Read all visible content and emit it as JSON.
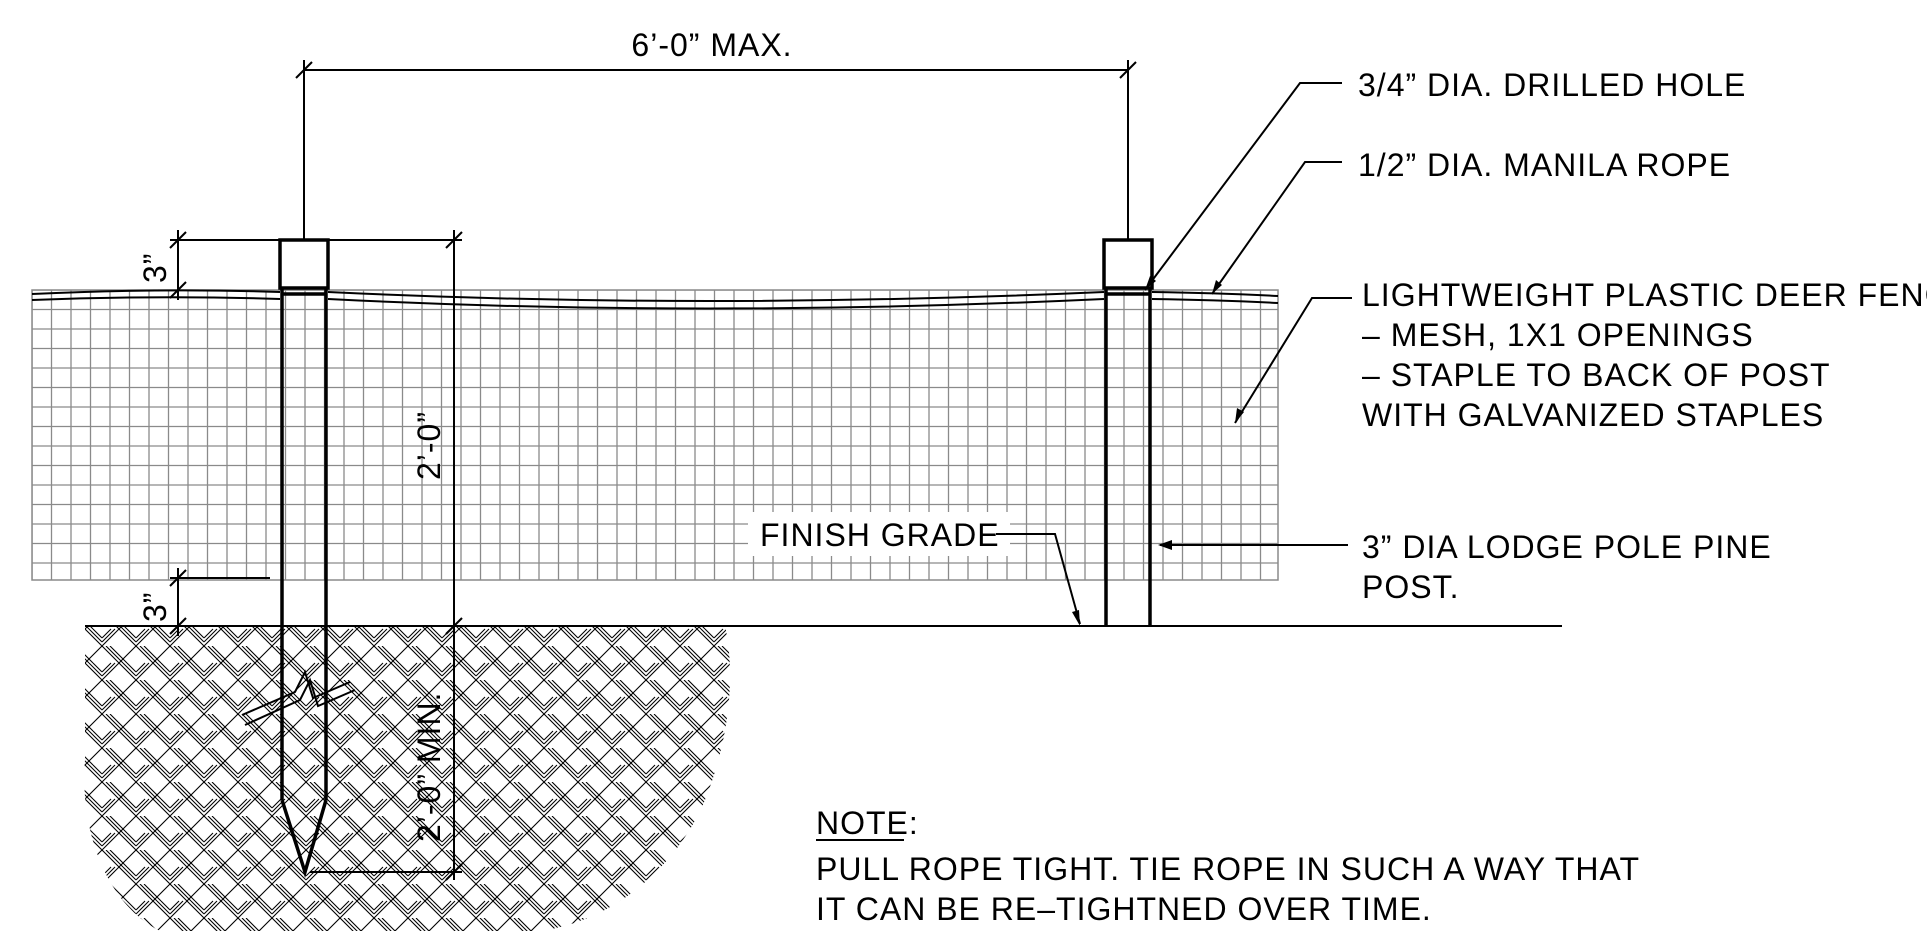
{
  "dimensions": {
    "spacing": "6’-0” MAX.",
    "top_offset": "3”",
    "bottom_offset": "3”",
    "fence_height": "2’-0”",
    "embed_depth": "2’-0” MIN."
  },
  "callouts": {
    "drilled_hole": "3/4” DIA. DRILLED HOLE",
    "rope": "1/2” DIA. MANILA ROPE",
    "fence": [
      "LIGHTWEIGHT PLASTIC DEER FENCE",
      "– MESH, 1X1 OPENINGS",
      "– STAPLE TO BACK OF POST",
      "WITH GALVANIZED STAPLES"
    ],
    "finish_grade": "FINISH GRADE",
    "post": [
      "3” DIA LODGE POLE PINE",
      "POST."
    ]
  },
  "note": {
    "heading": "NOTE:",
    "lines": [
      "PULL ROPE TIGHT. TIE ROPE IN SUCH A WAY THAT",
      "IT CAN BE RE–TIGHTNED OVER TIME."
    ]
  },
  "colors": {
    "line": "#000000",
    "mesh": "#8a8a8a",
    "background": "#ffffff"
  }
}
